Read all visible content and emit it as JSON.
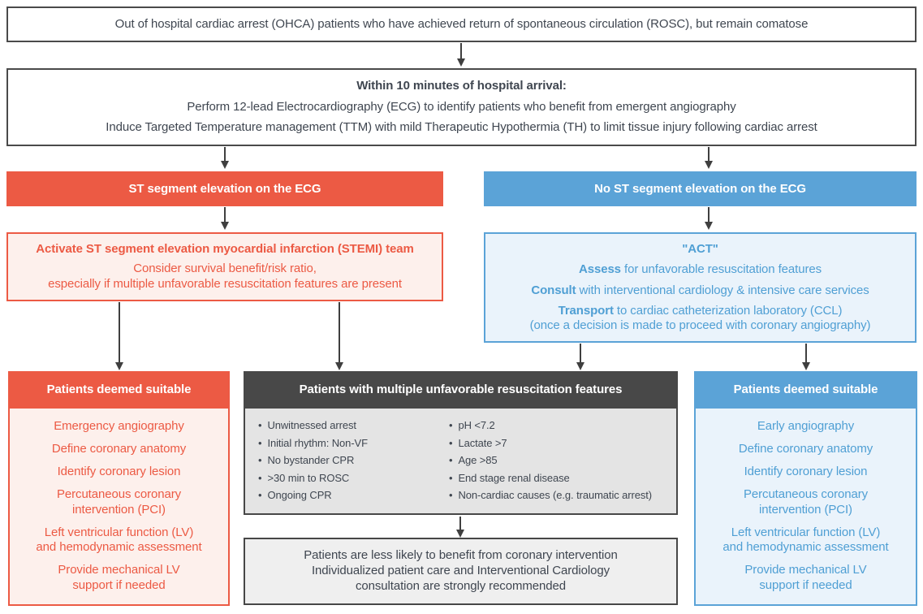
{
  "diagram": {
    "top_box": "Out of hospital cardiac arrest (OHCA) patients who have achieved return of spontaneous circulation (ROSC), but remain comatose",
    "arrival_box": {
      "title": "Within 10 minutes of hospital arrival:",
      "line1": "Perform 12-lead Electrocardiography (ECG) to identify patients who benefit from emergent angiography",
      "line2": "Induce Targeted Temperature management (TTM) with mild Therapeutic Hypothermia (TH) to limit tissue injury following cardiac arrest"
    },
    "st_branch": {
      "header": "ST segment elevation on the ECG",
      "stemi_box": {
        "bold_line": "Activate ST segment elevation myocardial infarction (STEMI) team",
        "detail": "Consider survival benefit/risk ratio,\nespecially if multiple unfavorable resuscitation features are present"
      },
      "suitable": {
        "header": "Patients deemed suitable",
        "items": [
          "Emergency angiography",
          "Define coronary anatomy",
          "Identify coronary lesion",
          "Percutaneous coronary\nintervention (PCI)",
          "Left ventricular function (LV)\nand hemodynamic assessment",
          "Provide mechanical LV\nsupport if needed"
        ]
      }
    },
    "no_st_branch": {
      "header": "No ST segment elevation on the ECG",
      "act_box": {
        "title": "\"ACT\"",
        "items": [
          {
            "bold": "Assess",
            "rest": " for unfavorable resuscitation features"
          },
          {
            "bold": "Consult",
            "rest": " with interventional cardiology & intensive care services"
          },
          {
            "bold": "Transport",
            "rest": " to cardiac catheterization laboratory (CCL)"
          }
        ],
        "note": "(once a decision is made to proceed with coronary angiography)"
      },
      "suitable": {
        "header": "Patients deemed suitable",
        "items": [
          "Early angiography",
          "Define coronary anatomy",
          "Identify coronary lesion",
          "Percutaneous coronary\nintervention (PCI)",
          "Left ventricular function (LV)\nand hemodynamic assessment",
          "Provide mechanical LV\nsupport if needed"
        ]
      }
    },
    "unfavorable_box": {
      "header": "Patients with multiple unfavorable resuscitation features",
      "col1": [
        "Unwitnessed arrest",
        "Initial rhythm: Non-VF",
        "No bystander CPR",
        ">30 min to ROSC",
        "Ongoing CPR"
      ],
      "col2": [
        "pH <7.2",
        "Lactate >7",
        "Age >85",
        "End stage renal disease",
        "Non-cardiac causes (e.g. traumatic arrest)"
      ]
    },
    "recommendation_box": {
      "text": "Patients are less likely to benefit from coronary intervention\nIndividualized patient care and Interventional Cardiology\nconsultation are strongly recommended"
    },
    "colors": {
      "red": "#ec5a44",
      "blue": "#5ba3d7",
      "dark": "#484848",
      "red_bg": "#fdf0ec",
      "blue_bg": "#eaf3fb",
      "gray_bg": "#e4e4e4",
      "light_gray_bg": "#efefef"
    }
  }
}
